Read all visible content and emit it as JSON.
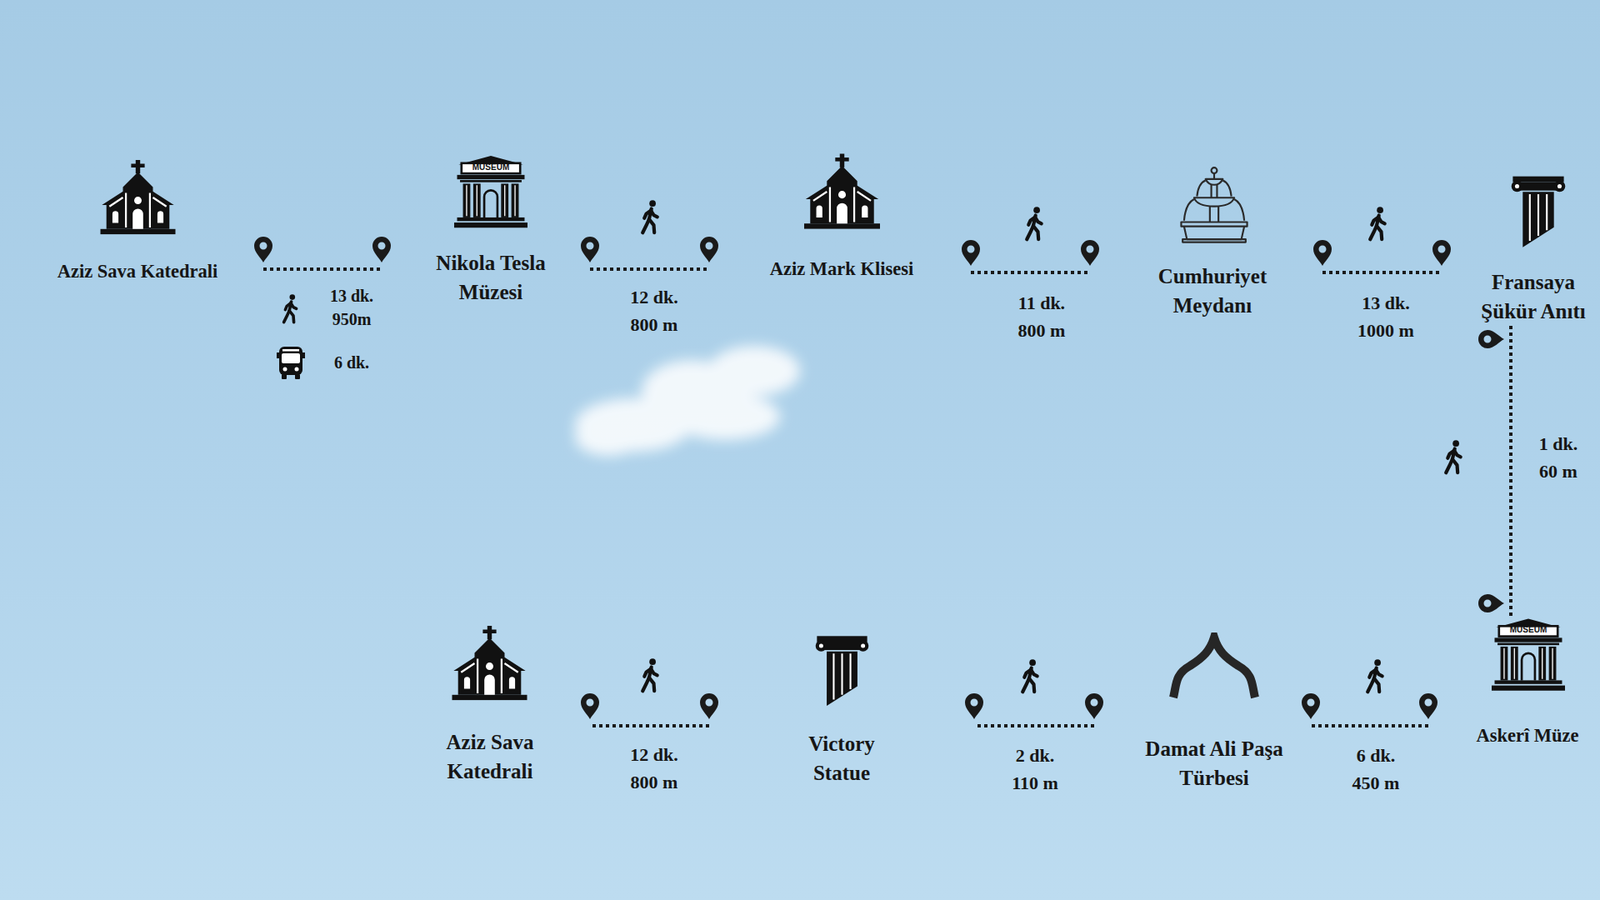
{
  "diagram": {
    "nodes": [
      {
        "text": [
          "Aziz Sava Katedrali"
        ]
      },
      {
        "text": [
          "Nikola Tesla Müzesi"
        ]
      },
      {
        "text": [
          "Aziz Mark Klisesi"
        ]
      },
      {
        "text": [
          "Cumhuriyet Meydanı"
        ]
      },
      {
        "text": [
          "Fransaya Şükür Anıtı"
        ]
      },
      {
        "text": [
          "Aziz Sava Katedrali"
        ]
      },
      {
        "text": [
          "Victory Statue"
        ]
      },
      {
        "text": [
          "Damat Ali Paşa Türbesi"
        ]
      },
      {
        "text": [
          "Askerî Müze"
        ]
      }
    ],
    "edges": [
      {
        "from": 0,
        "to": 1,
        "label": "13 dk. 950m",
        "arrow": "none"
      },
      {
        "from": 1,
        "to": 2,
        "label": "12 dk. 800 m",
        "arrow": "none"
      },
      {
        "from": 2,
        "to": 3,
        "label": "11 dk. 800 m",
        "arrow": "none"
      },
      {
        "from": 3,
        "to": 4,
        "label": "13 dk. 1000 m",
        "arrow": "none"
      },
      {
        "from": 4,
        "to": 8,
        "label": "1 dk. 60 m",
        "arrow": "none"
      },
      {
        "from": 8,
        "to": 7,
        "label": "6 dk. 450 m",
        "arrow": "none"
      },
      {
        "from": 7,
        "to": 6,
        "label": "2 dk. 110 m",
        "arrow": "none"
      },
      {
        "from": 6,
        "to": 5,
        "label": "12 dk. 800 m",
        "arrow": "none"
      }
    ],
    "labels": [
      "MUSEUM",
      "6 dk.",
      "MUSEUM"
    ]
  }
}
